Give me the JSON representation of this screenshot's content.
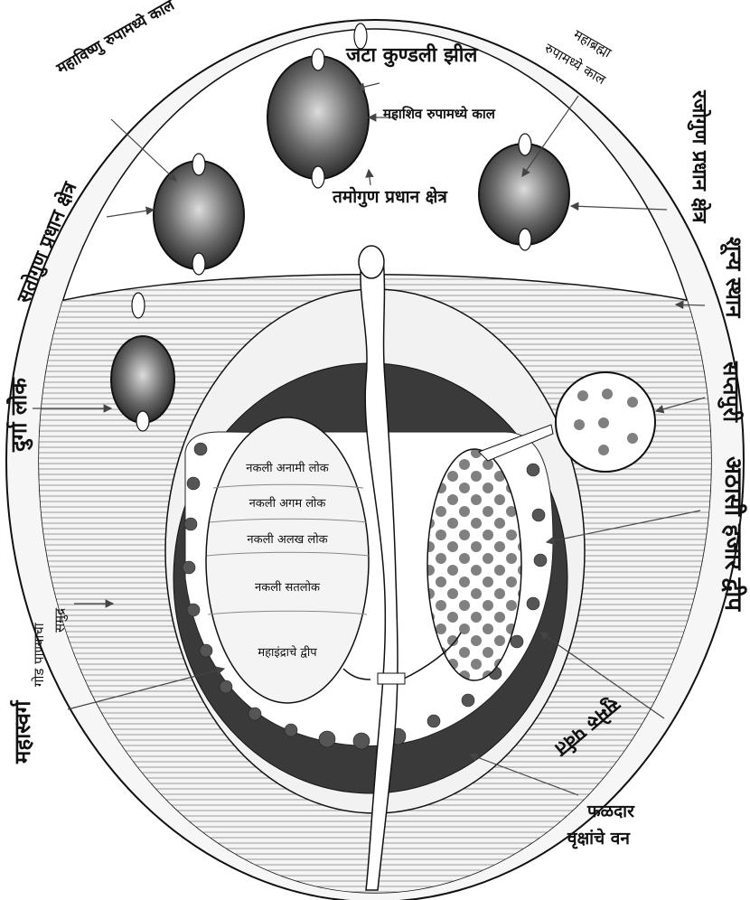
{
  "labels": {
    "jata": "जटा कुण्डली झील",
    "mahashiv": "महाशिव रुपामध्ये काल",
    "tamogun": "तमोगुण प्रधान क्षेत्र",
    "mahavishnu": "महाविष्णु रुपामध्ये काल",
    "satogun": "सतोगुण प्रधान क्षेत्र",
    "mahabrahma_1": "महाब्रह्मा",
    "mahabrahma_2": "रुपामध्ये काल",
    "rajogun": "रजोगुण प्रधान क्षेत्र",
    "shunya": "शून्य स्थान",
    "saptapuri": "सप्तपुरी",
    "athasi": "अठासी हजार द्वीप",
    "durga": "दुर्गा लोक",
    "sea_1": "गोड पाण्याचा",
    "sea_2": "समुद्र",
    "mahaswarga": "महास्वर्ग",
    "sumeru": "सुमेरु पर्वत",
    "falvan_1": "फळदार",
    "falvan_2": "वृक्षांचे वन"
  },
  "inner_loks": [
    "नकली अनामी लोक",
    "नकली अगम लोक",
    "नकली अलख लोक",
    "नकली सतलोक",
    "महाइंद्राचे द्वीप"
  ],
  "colors": {
    "ink": "#111111",
    "ring_fill": "#f2f2f2",
    "hatch": "#9a9a9a",
    "dark_band": "#3a3a3a",
    "dots": "#808080"
  }
}
